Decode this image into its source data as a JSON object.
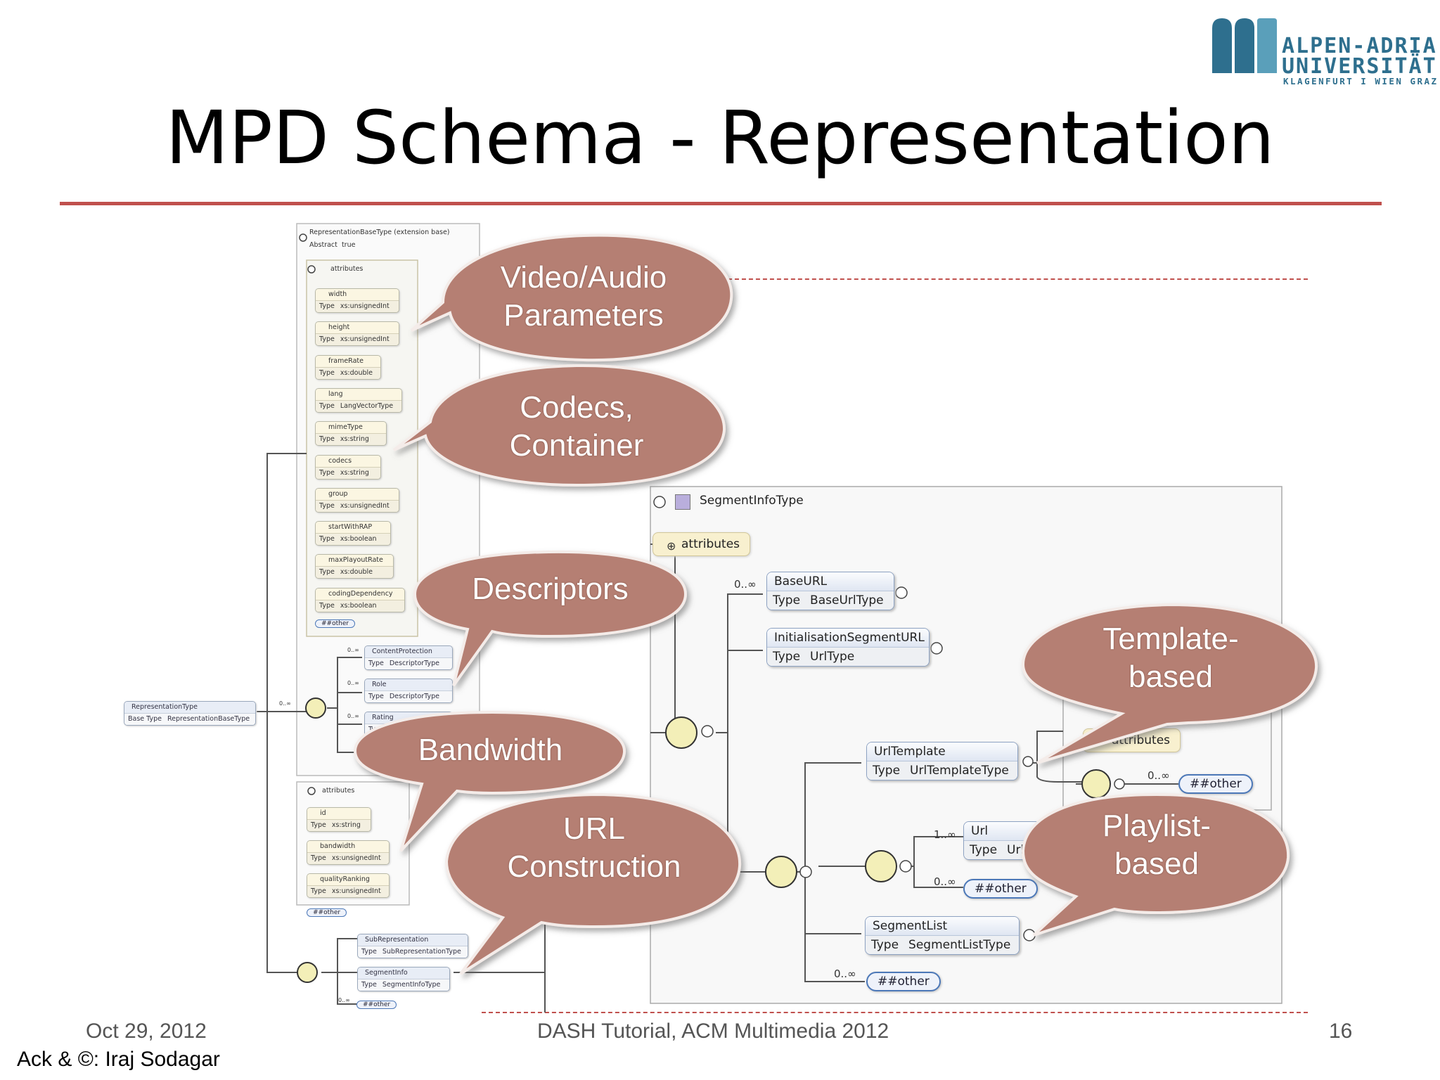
{
  "slide": {
    "title": "MPD Schema - Representation",
    "footer": {
      "date": "Oct 29, 2012",
      "center": "DASH Tutorial, ACM Multimedia 2012",
      "page": "16",
      "ack": "Ack & ©: Iraj Sodagar"
    },
    "logo": {
      "line1": "ALPEN-ADRIA",
      "line2": "UNIVERSITÄT",
      "line3": "KLAGENFURT I WIEN GRAZ",
      "color": "#2e6f8e"
    },
    "accent_color": "#c0504d"
  },
  "callouts": [
    {
      "id": "video-audio",
      "lines": [
        "Video/Audio",
        "Parameters"
      ]
    },
    {
      "id": "codecs",
      "lines": [
        "Codecs,",
        "Container"
      ]
    },
    {
      "id": "descriptors",
      "lines": [
        "Descriptors"
      ]
    },
    {
      "id": "bandwidth",
      "lines": [
        "Bandwidth"
      ]
    },
    {
      "id": "url-construction",
      "lines": [
        "URL",
        "Construction"
      ]
    },
    {
      "id": "template-based",
      "lines": [
        "Template-",
        "based"
      ]
    },
    {
      "id": "playlist-based",
      "lines": [
        "Playlist-",
        "based"
      ]
    }
  ],
  "left_schema": {
    "base_header": "RepresentationBaseType (extension base)",
    "abstract_label": "Abstract",
    "abstract_value": "true",
    "attributes_label": "attributes",
    "type_label": "Type",
    "attributes": [
      {
        "name": "width",
        "type": "xs:unsignedInt"
      },
      {
        "name": "height",
        "type": "xs:unsignedInt"
      },
      {
        "name": "frameRate",
        "type": "xs:double"
      },
      {
        "name": "lang",
        "type": "LangVectorType"
      },
      {
        "name": "mimeType",
        "type": "xs:string"
      },
      {
        "name": "codecs",
        "type": "xs:string"
      },
      {
        "name": "group",
        "type": "xs:unsignedInt"
      },
      {
        "name": "startWithRAP",
        "type": "xs:boolean"
      },
      {
        "name": "maxPlayoutRate",
        "type": "xs:double"
      },
      {
        "name": "codingDependency",
        "type": "xs:boolean"
      }
    ],
    "other": "##other",
    "descriptors": [
      {
        "mult": "0..∞",
        "name": "ContentProtection",
        "type": "DescriptorType"
      },
      {
        "mult": "0..∞",
        "name": "Role",
        "type": "DescriptorType"
      },
      {
        "mult": "0..∞",
        "name": "Rating",
        "type": ""
      }
    ],
    "representation": {
      "name": "RepresentationType",
      "base_label": "Base Type",
      "base": "RepresentationBaseType",
      "mult": "0..∞"
    },
    "rep_attributes": [
      {
        "name": "id",
        "type": "xs:string"
      },
      {
        "name": "bandwidth",
        "type": "xs:unsignedInt"
      },
      {
        "name": "qualityRanking",
        "type": "xs:unsignedInt"
      }
    ],
    "children": [
      {
        "name": "SubRepresentation",
        "type": "SubRepresentationType"
      },
      {
        "name": "SegmentInfo",
        "type": "SegmentInfoType"
      }
    ],
    "child_other_mult": "0..∞"
  },
  "segment_info": {
    "title": "SegmentInfoType",
    "attributes_label": "attributes",
    "type_label": "Type",
    "base_url": {
      "mult": "0..∞",
      "name": "BaseURL",
      "type": "BaseUrlType"
    },
    "init_segment": {
      "name": "InitialisationSegmentURL",
      "type": "UrlType"
    },
    "url_template": {
      "name": "UrlTemplate",
      "type": "UrlTemplateType"
    },
    "template_attributes": "attributes",
    "template_other_mult": "0..∞",
    "template_other": "##other",
    "url": {
      "mult": "1..∞",
      "name": "Url",
      "type": "UrlType"
    },
    "url_other_mult": "0..∞",
    "url_other": "##other",
    "segment_list": {
      "name": "SegmentList",
      "type": "SegmentListType"
    },
    "other_mult": "0..∞",
    "other": "##other"
  },
  "colors": {
    "bubble_fill": "#b57f73",
    "bubble_stroke": "#f4ece9",
    "schema_yellow": "#f7f2dc",
    "schema_blue": "#eef2fa",
    "panel_border": "#aaaaaa"
  }
}
